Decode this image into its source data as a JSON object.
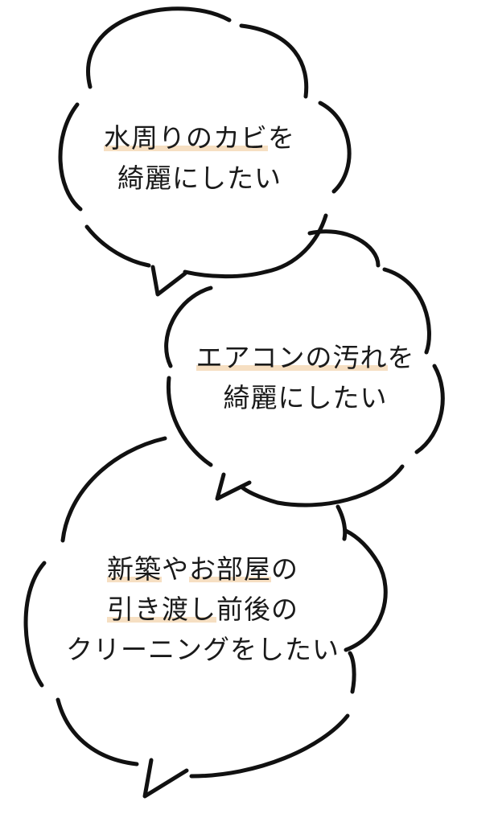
{
  "colors": {
    "highlight": "#f6dfc2",
    "stroke": "#111111",
    "text": "#1a1a1a"
  },
  "bubbles": [
    {
      "lines": [
        [
          {
            "text": "水周りのカビ",
            "hl": true
          },
          {
            "text": "を",
            "hl": false
          }
        ],
        [
          {
            "text": "綺麗にしたい",
            "hl": false
          }
        ]
      ]
    },
    {
      "lines": [
        [
          {
            "text": "エアコンの汚れ",
            "hl": true
          },
          {
            "text": "を",
            "hl": false
          }
        ],
        [
          {
            "text": "綺麗にしたい",
            "hl": false
          }
        ]
      ]
    },
    {
      "lines": [
        [
          {
            "text": "新築",
            "hl": true
          },
          {
            "text": "や",
            "hl": false
          },
          {
            "text": "お部屋",
            "hl": true
          },
          {
            "text": "の",
            "hl": false
          }
        ],
        [
          {
            "text": "引き渡し",
            "hl": true
          },
          {
            "text": "前後の",
            "hl": false
          }
        ],
        [
          {
            "text": "クリーニングをしたい",
            "hl": false
          }
        ]
      ]
    }
  ]
}
